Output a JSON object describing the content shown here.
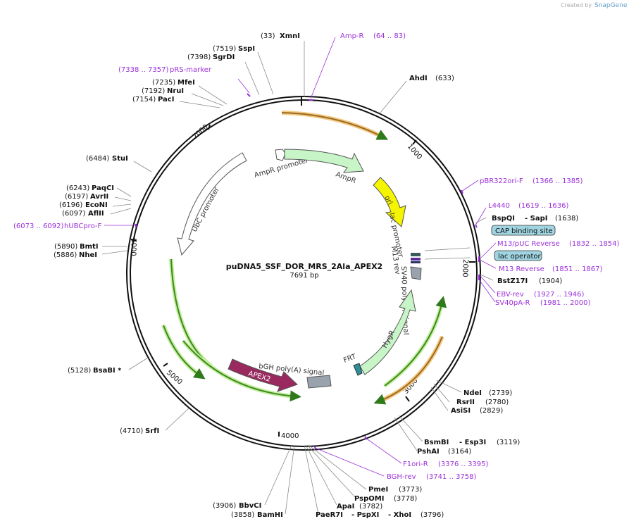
{
  "brand": {
    "created_by": "Created by",
    "name": "SnapGene"
  },
  "plasmid": {
    "name": "puDNA5_SSF_DOR_MRS_2Ala_APEX2",
    "length": "7691 bp"
  },
  "ticks": [
    "1000",
    "2000",
    "3000",
    "4000",
    "5000",
    "6000",
    "7000"
  ],
  "features": {
    "ampr_promoter": "AmpR promoter",
    "ampr": "AmpR",
    "ori": "ori",
    "lac_promoter": "lac promoter",
    "m13_rev": "M13 rev",
    "sv40_signal": "SV40 poly(A) signal",
    "hygr": "HygR",
    "frt": "FRT",
    "bgh_signal": "bGH poly(A) signal",
    "apex2": "APEX2",
    "ubc_promoter": "UbC promoter"
  },
  "sites": [
    {
      "id": "xmni",
      "pos": "(33)",
      "name": "XmnI"
    },
    {
      "id": "sspi",
      "pos": "(7519)",
      "name": "SspI"
    },
    {
      "id": "sgrdi",
      "pos": "(7398)",
      "name": "SgrDI"
    },
    {
      "id": "mfei",
      "pos": "(7235)",
      "name": "MfeI"
    },
    {
      "id": "nrui",
      "pos": "(7192)",
      "name": "NruI"
    },
    {
      "id": "paci",
      "pos": "(7154)",
      "name": "PacI"
    },
    {
      "id": "ahdi",
      "pos": "(633)",
      "name": "AhdI"
    },
    {
      "id": "stui",
      "pos": "(6484)",
      "name": "StuI"
    },
    {
      "id": "paqci",
      "pos": "(6243)",
      "name": "PaqCI"
    },
    {
      "id": "avrii",
      "pos": "(6197)",
      "name": "AvrII"
    },
    {
      "id": "econi",
      "pos": "(6196)",
      "name": "EcoNI"
    },
    {
      "id": "aflii",
      "pos": "(6097)",
      "name": "AflII"
    },
    {
      "id": "bmti",
      "pos": "(5890)",
      "name": "BmtI"
    },
    {
      "id": "nhei",
      "pos": "(5886)",
      "name": "NheI"
    },
    {
      "id": "bspqi",
      "pos": "(1638)",
      "name": "BspQI",
      "name2": "- SapI"
    },
    {
      "id": "bstz17i",
      "pos": "(1904)",
      "name": "BstZ17I"
    },
    {
      "id": "bsabi",
      "pos": "(5128)",
      "name": "BsaBI *"
    },
    {
      "id": "srfi",
      "pos": "(4710)",
      "name": "SrfI"
    },
    {
      "id": "ndei",
      "pos": "(2739)",
      "name": "NdeI"
    },
    {
      "id": "rsrii",
      "pos": "(2780)",
      "name": "RsrII"
    },
    {
      "id": "asisi",
      "pos": "(2829)",
      "name": "AsiSI"
    },
    {
      "id": "bsmbi",
      "pos": "(3119)",
      "name": "BsmBI",
      "name2": "- Esp3I"
    },
    {
      "id": "pshai",
      "pos": "(3164)",
      "name": "PshAI"
    },
    {
      "id": "pmei",
      "pos": "(3773)",
      "name": "PmeI"
    },
    {
      "id": "pspomi",
      "pos": "(3778)",
      "name": "PspOMI"
    },
    {
      "id": "apai",
      "pos": "(3782)",
      "name": "ApaI"
    },
    {
      "id": "paer7i",
      "pos": "(3796)",
      "name": "PaeR7I",
      "name2": "- PspXI",
      "name3": "- XhoI"
    },
    {
      "id": "bbvci",
      "pos": "(3906)",
      "name": "BbvCI"
    },
    {
      "id": "bamhi",
      "pos": "(3858)",
      "name": "BamHI"
    }
  ],
  "primers": [
    {
      "id": "ampr_r",
      "name": "Amp-R",
      "range": "(64 .. 83)"
    },
    {
      "id": "prs_marker",
      "name": "pRS-marker",
      "range": "(7338 .. 7357)"
    },
    {
      "id": "pbr322",
      "name": "pBR322ori-F",
      "range": "(1366 .. 1385)"
    },
    {
      "id": "l4440",
      "name": "L4440",
      "range": "(1619 .. 1636)"
    },
    {
      "id": "hubc",
      "name": "hUBCpro-F",
      "range": "(6073 .. 6092)"
    },
    {
      "id": "m13puc",
      "name": "M13/pUC Reverse",
      "range": "(1832 .. 1854)"
    },
    {
      "id": "m13rev",
      "name": "M13 Reverse",
      "range": "(1851 .. 1867)"
    },
    {
      "id": "ebv",
      "name": "EBV-rev",
      "range": "(1927 .. 1946)"
    },
    {
      "id": "sv40pa",
      "name": "SV40pA-R",
      "range": "(1981 .. 2000)"
    },
    {
      "id": "f1ori",
      "name": "F1ori-R",
      "range": "(3376 .. 3395)"
    },
    {
      "id": "bghrev",
      "name": "BGH-rev",
      "range": "(3741 .. 3758)"
    }
  ],
  "boxed_labels": {
    "cap": "CAP binding site",
    "lacop": "lac operator"
  },
  "colors": {
    "primer": "#9b30d9",
    "ampr_fill": "#c8f5c8",
    "ori_fill": "#f5f500",
    "apex2_fill": "#99295f",
    "orf_green": "#5cb82e",
    "orf_orange": "#c8843c",
    "box_fill": "#9fd4e0"
  }
}
